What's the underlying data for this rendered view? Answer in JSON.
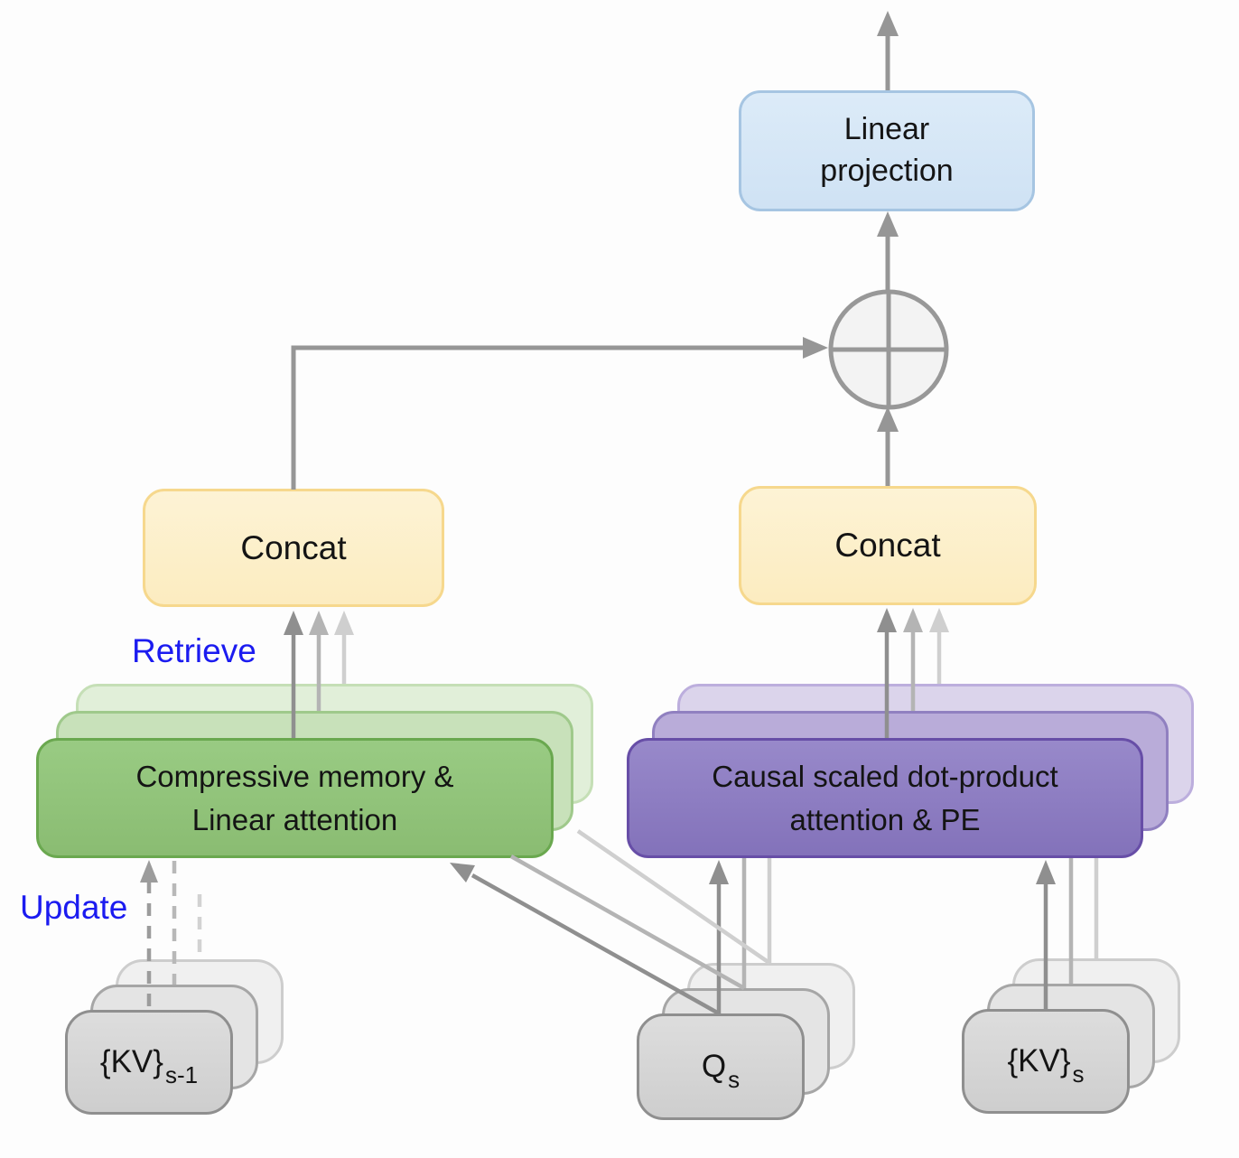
{
  "diagram": {
    "type": "architecture-diagram",
    "stack_depth": 3,
    "nodes": {
      "linear_projection": {
        "line1": "Linear",
        "line2": "projection"
      },
      "concat_left": {
        "label": "Concat"
      },
      "concat_right": {
        "label": "Concat"
      },
      "compressive_memory": {
        "line1": "Compressive memory &",
        "line2": "Linear attention"
      },
      "causal_attention": {
        "line1": "Causal scaled dot-product",
        "line2": "attention & PE"
      },
      "kv_prev": {
        "base": "{KV}",
        "sub": "s-1"
      },
      "query": {
        "base": "Q",
        "sub": "s"
      },
      "kv_cur": {
        "base": "{KV}",
        "sub": "s"
      }
    },
    "labels": {
      "retrieve": "Retrieve",
      "update": "Update"
    },
    "edges": [
      {
        "from": "kv_prev",
        "to": "compressive_memory",
        "label": "Update",
        "style": "dashed"
      },
      {
        "from": "compressive_memory",
        "to": "concat_left",
        "label": "Retrieve",
        "style": "solid"
      },
      {
        "from": "query",
        "to": "compressive_memory",
        "style": "solid"
      },
      {
        "from": "query",
        "to": "causal_attention",
        "style": "solid"
      },
      {
        "from": "kv_cur",
        "to": "causal_attention",
        "style": "solid"
      },
      {
        "from": "causal_attention",
        "to": "concat_right",
        "style": "solid"
      },
      {
        "from": "concat_left",
        "to": "add",
        "style": "solid-elbow"
      },
      {
        "from": "concat_right",
        "to": "add",
        "style": "solid"
      },
      {
        "from": "add",
        "to": "linear_projection",
        "style": "solid"
      },
      {
        "from": "linear_projection",
        "to": "output",
        "style": "solid"
      }
    ],
    "colors": {
      "linear_projection_fill": "#d5e5f5",
      "linear_projection_border": "#a6c5e2",
      "concat_fill": "#fdeec8",
      "concat_border": "#f6d88d",
      "memory_fill": "#92c47c",
      "memory_border": "#6aa84f",
      "attention_fill": "#8e7cc3",
      "attention_border": "#674ea7",
      "io_fill": "#d6d6d6",
      "io_border": "#8f8f8f",
      "label_blue": "#1b1bf0",
      "arrow_dark": "#8f8f8f",
      "arrow_medium": "#b4b4b4",
      "arrow_light": "#cfcfcf"
    }
  }
}
